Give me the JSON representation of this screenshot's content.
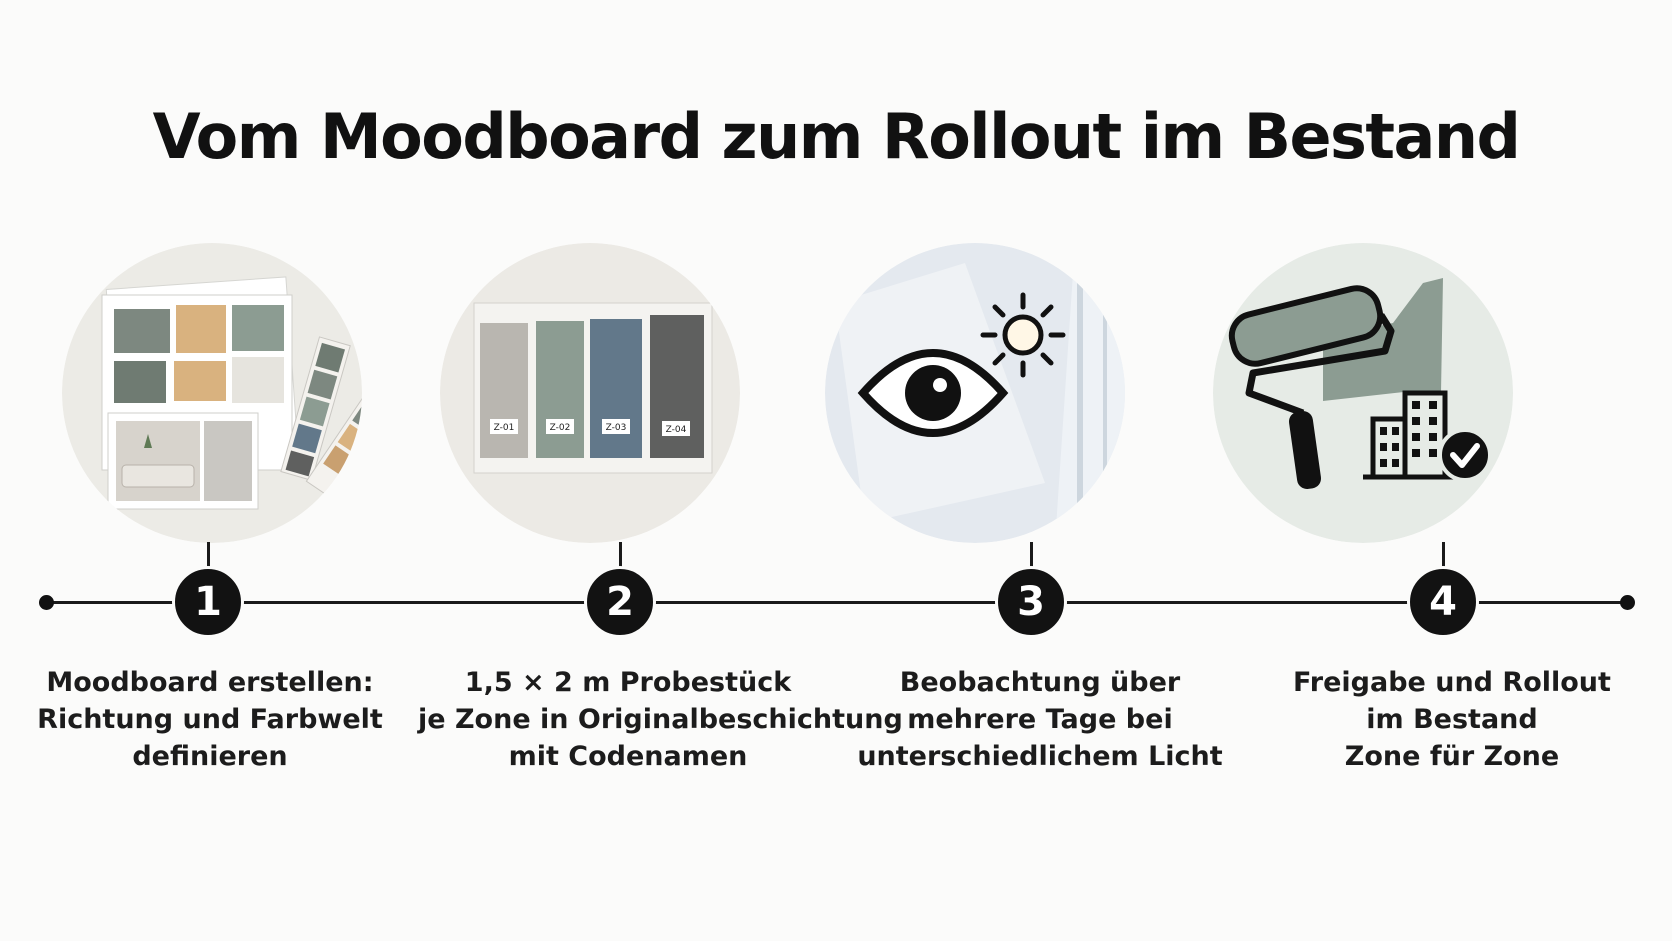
{
  "title": "Vom Moodboard zum Rollout im Bestand",
  "colors": {
    "ink": "#121212",
    "background": "#fbfbfa",
    "swatch_grey": "#7d8880",
    "swatch_sand": "#d9b27f",
    "swatch_sage": "#8c9c92",
    "swatch_blue": "#62788a",
    "swatch_charcoal": "#5f605f"
  },
  "steps": [
    {
      "number": "1",
      "icon": "moodboard-collage-icon",
      "lines": [
        "Moodboard erstellen:",
        "Richtung und Farbwelt",
        "definieren"
      ]
    },
    {
      "number": "2",
      "icon": "color-sample-panels-icon",
      "sample_codes": [
        "Z-01",
        "Z-02",
        "Z-03",
        "Z-04"
      ],
      "lines": [
        "1,5 × 2 m Probestück",
        "je Zone in Originalbeschichtung",
        "mit Codenamen"
      ]
    },
    {
      "number": "3",
      "icon": "eye-and-sun-icon",
      "lines": [
        "Beobachtung über",
        "mehrere Tage bei",
        "unterschiedlichem Licht"
      ]
    },
    {
      "number": "4",
      "icon": "paint-roller-building-check-icon",
      "lines": [
        "Freigabe und Rollout",
        "im Bestand",
        "Zone für Zone"
      ]
    }
  ]
}
